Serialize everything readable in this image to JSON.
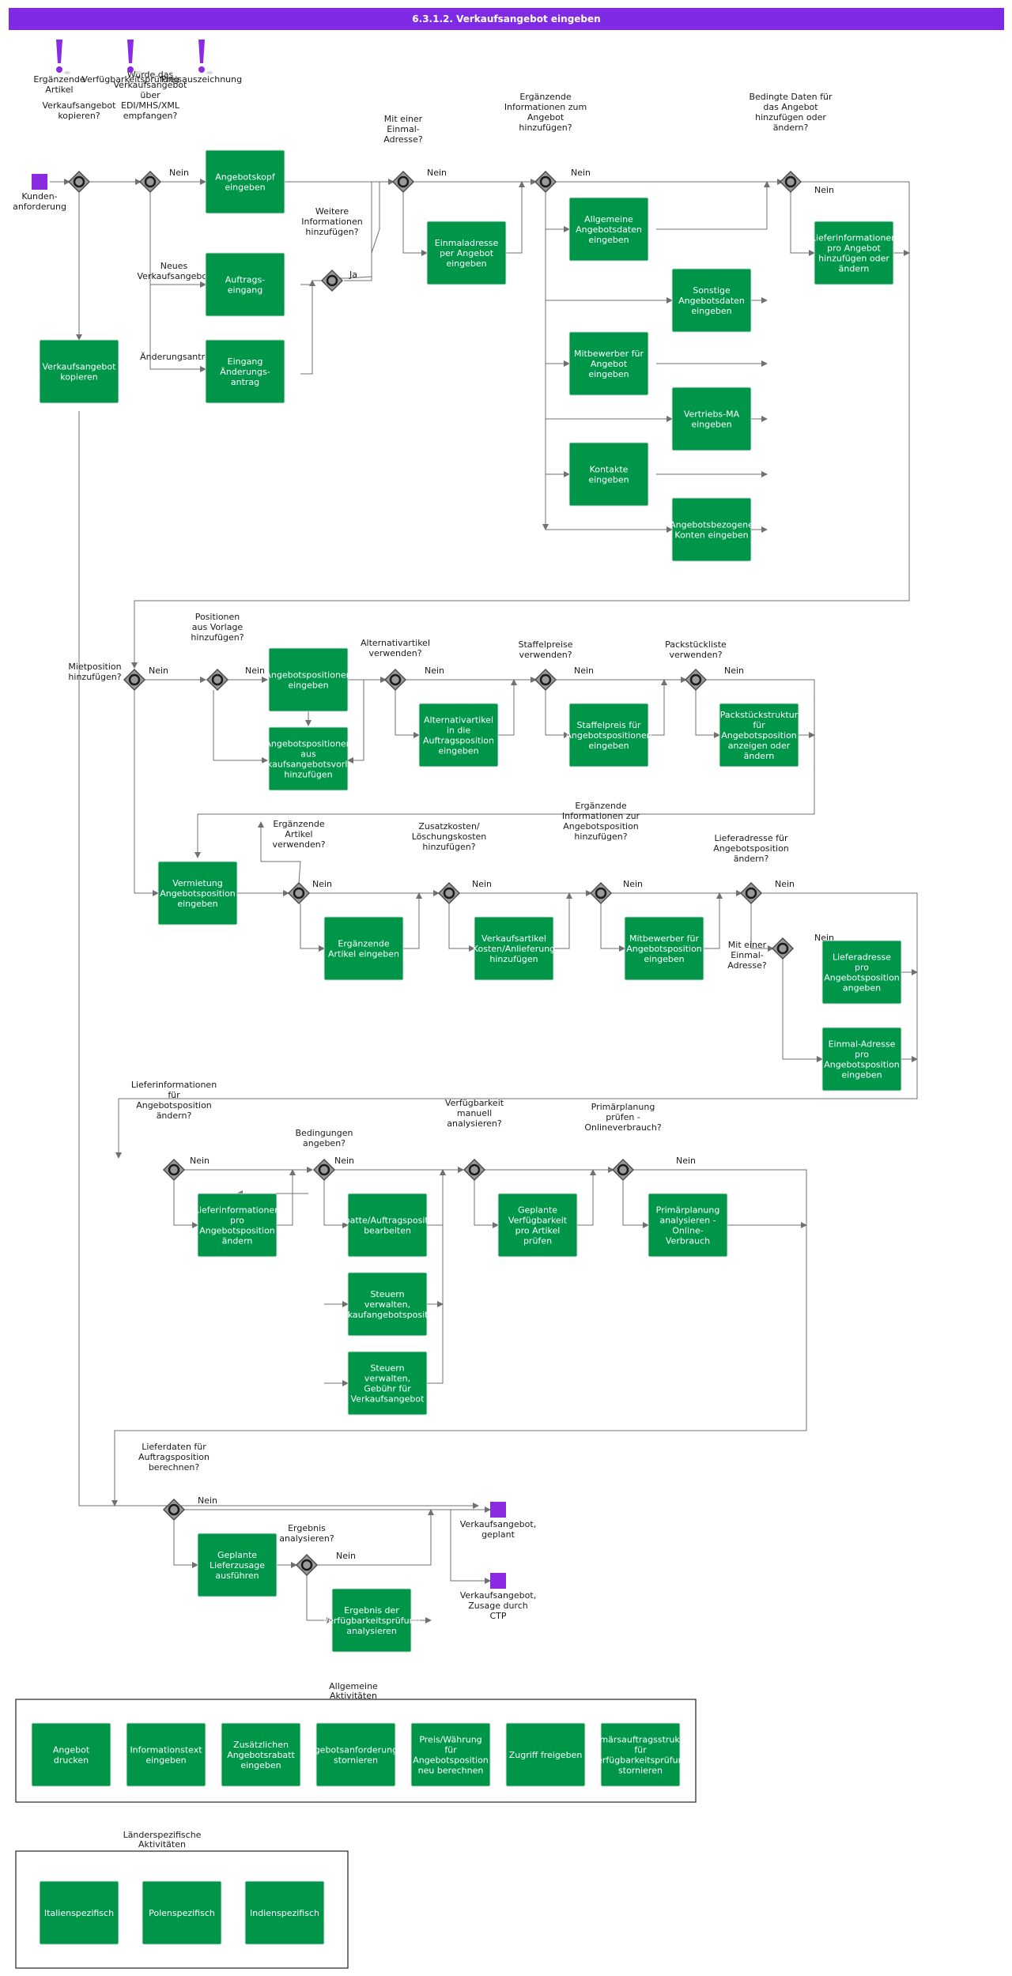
{
  "title": "6.3.1.2. Verkaufsangebot eingeben",
  "legend": [
    {
      "id": "l1",
      "label": "Ergänzende\nArtikel"
    },
    {
      "id": "l2",
      "label": "Verfügbarkeitsprüfung"
    },
    {
      "id": "l3",
      "label": "Preisauszeichnung"
    }
  ],
  "events": [
    {
      "id": "ev_start",
      "label": "Kunden-\nanforderung"
    },
    {
      "id": "ev_end1",
      "label": "Verkaufsangebot,\ngeplant"
    },
    {
      "id": "ev_end2",
      "label": "Verkaufsangebot,\nZusage durch\nCTP"
    }
  ],
  "activities": [
    {
      "id": "a_kopf",
      "label": "Angebotskopf\neingeben"
    },
    {
      "id": "a_auftr",
      "label": "Auftrags-\neingang"
    },
    {
      "id": "a_eingang",
      "label": "Eingang\nÄnderungs-\nantrag"
    },
    {
      "id": "a_kopieren",
      "label": "Verkaufsangebot\nkopieren"
    },
    {
      "id": "a_einmal",
      "label": "Einmaladresse\nper Angebot\neingeben"
    },
    {
      "id": "a_allg",
      "label": "Allgemeine\nAngebotsdaten\neingeben"
    },
    {
      "id": "a_sonst",
      "label": "Sonstige\nAngebotsdaten\neingeben"
    },
    {
      "id": "a_mitb1",
      "label": "Mitbewerber für\nAngebot\neingeben"
    },
    {
      "id": "a_vertrieb",
      "label": "Vertriebs-MA\neingeben"
    },
    {
      "id": "a_kontakte",
      "label": "Kontakte\neingeben"
    },
    {
      "id": "a_konten",
      "label": "Angebotsbezogene\nKonten eingeben"
    },
    {
      "id": "a_lief1",
      "label": "Lieferinformationen\npro Angebot\nhinzufügen oder\nändern"
    },
    {
      "id": "a_pos",
      "label": "Angebotspositionen\neingeben"
    },
    {
      "id": "a_posvorl",
      "label": "Angebotspositionen\naus\nVerkaufsangebotsvorlage\nhinzufügen"
    },
    {
      "id": "a_alt",
      "label": "Alternativartikel\nin die\nAuftragsposition\neingeben"
    },
    {
      "id": "a_staffel",
      "label": "Staffelpreis für\nAngebotspositionen\neingeben"
    },
    {
      "id": "a_pack",
      "label": "Packstückstruktur\nfür\nAngebotsposition\nanzeigen oder\nändern"
    },
    {
      "id": "a_miet",
      "label": "Vermietung\nAngebotsposition\neingeben"
    },
    {
      "id": "a_ergart",
      "label": "Ergänzende\nArtikel eingeben"
    },
    {
      "id": "a_zusatz",
      "label": "Verkaufsartikel\nKosten/Anlieferung\nhinzufügen"
    },
    {
      "id": "a_mitb2",
      "label": "Mitbewerber für\nAngebotsposition\neingeben"
    },
    {
      "id": "a_liefadr",
      "label": "Lieferadresse\npro\nAngebotsposition\nangeben"
    },
    {
      "id": "a_einmal2",
      "label": "Einmal-Adresse\npro\nAngebotsposition\neingeben"
    },
    {
      "id": "a_lief2",
      "label": "Lieferinformationen\npro\nAngebotsposition\nändern"
    },
    {
      "id": "a_rabatt",
      "label": "Rabatte/Auftragsposition\nbearbeiten"
    },
    {
      "id": "a_steuer1",
      "label": "Steuern\nverwalten,\nVerkaufangebotsposition"
    },
    {
      "id": "a_steuer2",
      "label": "Steuern\nverwalten,\nGebühr für\nVerkaufsangebot"
    },
    {
      "id": "a_geplverf",
      "label": "Geplante\nVerfügbarkeit\npro Artikel\nprüfen"
    },
    {
      "id": "a_primaer",
      "label": "Primärplanung\nanalysieren -\nOnline-\nVerbrauch"
    },
    {
      "id": "a_geplliefer",
      "label": "Geplante\nLieferzusage\nausführen"
    },
    {
      "id": "a_ergebnis",
      "label": "Ergebnis der\nVerfügbarkeitsprüfung\nanalysieren"
    }
  ],
  "general_group": {
    "title": "Allgemeine\nAktivitäten",
    "items": [
      {
        "id": "g1",
        "label": "Angebot\ndrucken"
      },
      {
        "id": "g2",
        "label": "Informationstext\neingeben"
      },
      {
        "id": "g3",
        "label": "Zusätzlichen\nAngebotsrabatt\neingeben"
      },
      {
        "id": "g4",
        "label": "Angebotsanforderungen\nstornieren"
      },
      {
        "id": "g5",
        "label": "Preis/Währung\nfür\nAngebotsposition\nneu berechnen"
      },
      {
        "id": "g6",
        "label": "Zugriff freigeben"
      },
      {
        "id": "g7",
        "label": "Primärsauftragsstruktur\nfür\nVerfügbarkeitsprüfung\nstornieren"
      }
    ]
  },
  "country_group": {
    "title": "Länderspezifische\nAktivitäten",
    "items": [
      {
        "id": "c1",
        "label": "Italienspezifisch"
      },
      {
        "id": "c2",
        "label": "Polenspezifisch"
      },
      {
        "id": "c3",
        "label": "Indienspezifisch"
      }
    ]
  },
  "gateways": [
    {
      "id": "gw1",
      "label": "Verkaufsangebot\nkopieren?"
    },
    {
      "id": "gw2",
      "label": "Wurde das\nVerkaufsangebot\nüber\nEDI/MHS/XML\nempfangen?"
    },
    {
      "id": "gw3",
      "label": "Weitere\nInformationen\nhinzufügen?"
    },
    {
      "id": "gw4",
      "label": "Mit einer\nEinmal-\nAdresse?"
    },
    {
      "id": "gw5",
      "label": "Ergänzende\nInformationen zum\nAngebot\nhinzufügen?"
    },
    {
      "id": "gw6",
      "label": "Bedingte Daten für\ndas Angebot\nhinzufügen oder\nändern?"
    },
    {
      "id": "gw7",
      "label": "Mietposition\nhinzufügen?"
    },
    {
      "id": "gw8",
      "label": "Positionen\naus Vorlage\nhinzufügen?"
    },
    {
      "id": "gw9",
      "label": "Alternativartikel\nverwenden?"
    },
    {
      "id": "gw10",
      "label": "Staffelpreise\nverwenden?"
    },
    {
      "id": "gw11",
      "label": "Packstückliste\nverwenden?"
    },
    {
      "id": "gw12",
      "label": "Ergänzende\nArtikel\nverwenden?"
    },
    {
      "id": "gw13",
      "label": "Zusatzkosten/\nLöschungskosten\nhinzufügen?"
    },
    {
      "id": "gw14",
      "label": "Ergänzende\nInformationen zur\nAngebotsposition\nhinzufügen?"
    },
    {
      "id": "gw15",
      "label": "Lieferadresse für\nAngebotsposition\nändern?"
    },
    {
      "id": "gw16",
      "label": "Mit einer\nEinmal-\nAdresse?"
    },
    {
      "id": "gw17",
      "label": "Lieferinformationen\nfür\nAngebotsposition\nändern?"
    },
    {
      "id": "gw18",
      "label": "Bedingungen\nangeben?"
    },
    {
      "id": "gw19",
      "label": "Verfügbarkeit\nmanuell\nanalysieren?"
    },
    {
      "id": "gw20",
      "label": "Primärplanung\nprüfen -\nOnlineverbrauch?"
    },
    {
      "id": "gw21",
      "label": "Lieferdaten für\nAuftragsposition\nberechnen?"
    },
    {
      "id": "gw22",
      "label": "Ergebnis\nanalysieren?"
    }
  ],
  "edge_labels": {
    "nein": "Nein",
    "ja": "Ja",
    "neues": "Neues\nVerkaufsangebot",
    "aenderung": "Änderungsantrag"
  },
  "colors": {
    "title_bar": "#7f2be3",
    "activity": "#00964a",
    "event": "#8a2be2",
    "gateway": "#9a9a9a",
    "edge": "#707070"
  }
}
